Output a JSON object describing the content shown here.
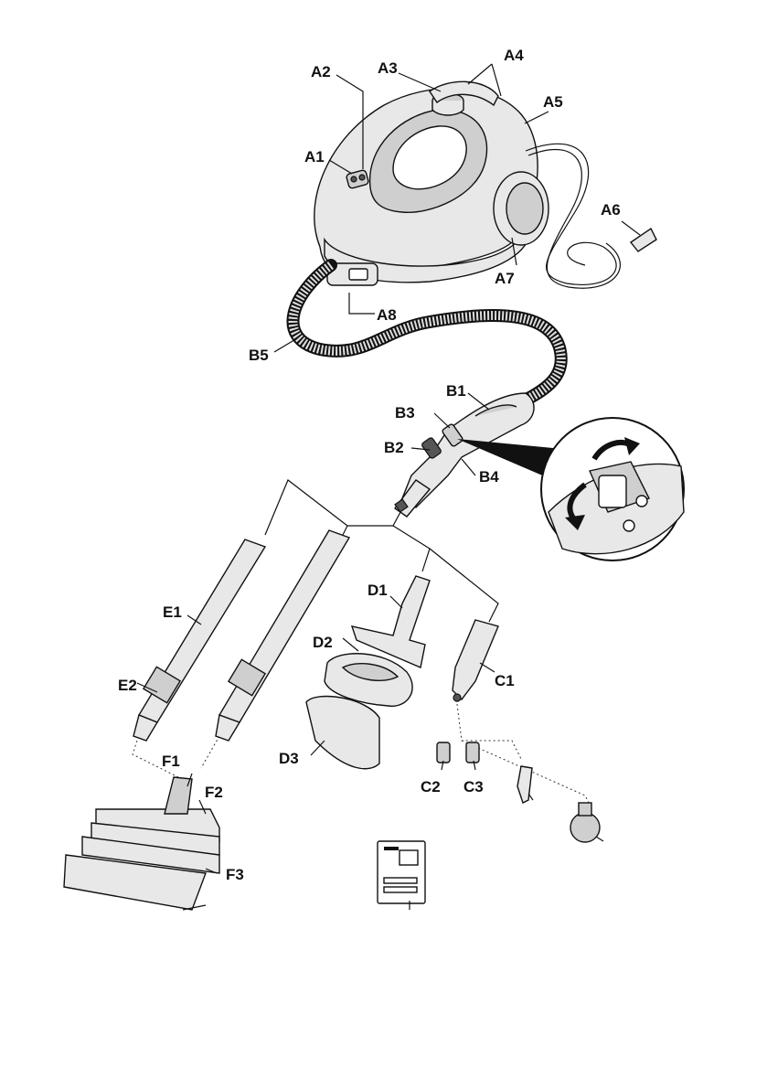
{
  "labels": {
    "a1": "A1",
    "a2": "A2",
    "a3": "A3",
    "a4": "A4",
    "a5": "A5",
    "a6": "A6",
    "a7": "A7",
    "a8": "A8",
    "b1": "B1",
    "b2": "B2",
    "b3": "B3",
    "b4": "B4",
    "b5": "B5",
    "c1": "C1",
    "c2": "C2",
    "c3": "C3",
    "d1": "D1",
    "d2": "D2",
    "d3": "D3",
    "e1": "E1",
    "e2": "E2",
    "f1": "F1",
    "f2": "F2",
    "f3": "F3"
  }
}
